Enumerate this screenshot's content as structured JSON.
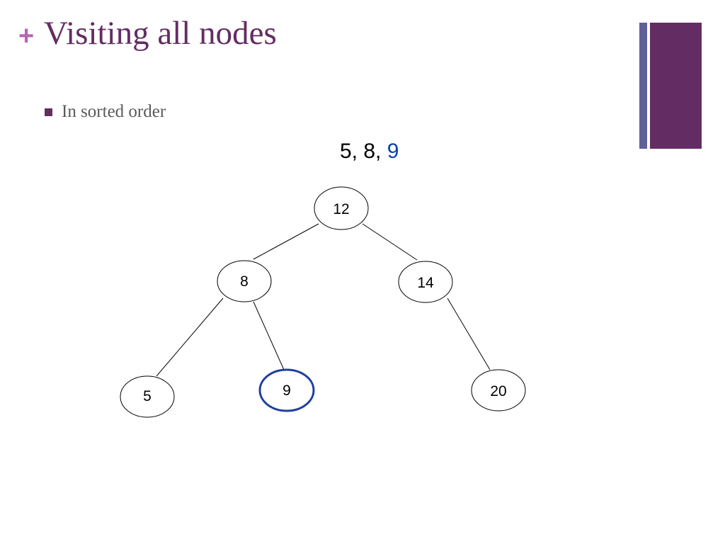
{
  "slide": {
    "plus_mark": "+",
    "title": "Visiting all nodes",
    "bullet": "In sorted order"
  },
  "sequence": {
    "visited": "5, 8, ",
    "current": "9"
  },
  "tree": {
    "nodes": [
      {
        "id": "n12",
        "label": "12",
        "highlight": false
      },
      {
        "id": "n8",
        "label": "8",
        "highlight": false
      },
      {
        "id": "n14",
        "label": "14",
        "highlight": false
      },
      {
        "id": "n5",
        "label": "5",
        "highlight": false
      },
      {
        "id": "n9",
        "label": "9",
        "highlight": true
      },
      {
        "id": "n20",
        "label": "20",
        "highlight": false
      }
    ],
    "edges": [
      {
        "from": "n12",
        "to": "n8"
      },
      {
        "from": "n12",
        "to": "n14"
      },
      {
        "from": "n8",
        "to": "n5"
      },
      {
        "from": "n8",
        "to": "n9"
      },
      {
        "from": "n14",
        "to": "n20"
      }
    ]
  },
  "colors": {
    "title": "#632d63",
    "plus_mark": "#b565b0",
    "accent_bar_dark": "#632d63",
    "accent_bar_light": "#5f5f99",
    "bullet_text": "#5a5a5a",
    "highlight": "#1e3fa0",
    "sequence_highlight": "#0a3fb0"
  }
}
